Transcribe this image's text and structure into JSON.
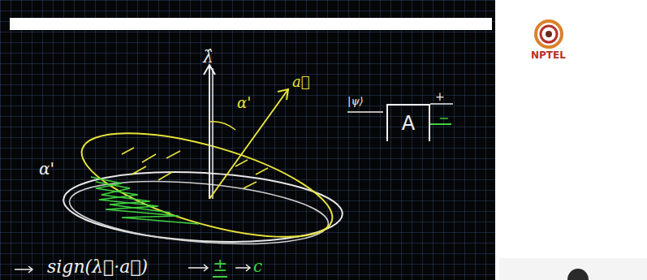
{
  "diagram": {
    "nodes": [
      {
        "text": [
          "A"
        ]
      }
    ],
    "labels": [
      "λ̂",
      "α'",
      "a⃗",
      "α'",
      "|ψ⟩",
      "+",
      "−",
      "sign(λ⃗·a⃗)",
      "±",
      "c",
      "NPTEL"
    ]
  }
}
